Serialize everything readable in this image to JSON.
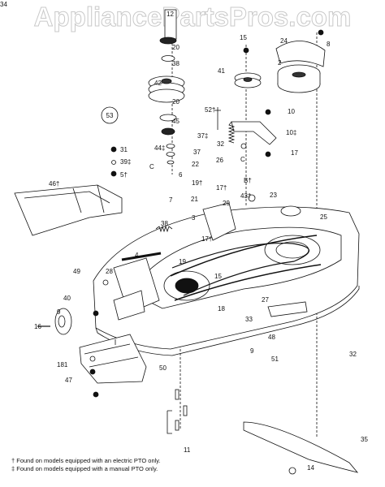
{
  "watermark": "AppliancePartsPros.com",
  "section_number": "53",
  "callouts": [
    "12",
    "15",
    "24",
    "8",
    "20",
    "38",
    "41",
    "2",
    "42",
    "52†",
    "10",
    "20",
    "53",
    "34",
    "45",
    "10‡",
    "37‡",
    "37",
    "17",
    "31",
    "44‡",
    "22",
    "39‡",
    "C",
    "6",
    "26",
    "C",
    "32",
    "5†",
    "17†",
    "B†",
    "19†",
    "7",
    "23",
    "46†",
    "21",
    "29",
    "43†",
    "3",
    "25",
    "38",
    "4",
    "17†",
    "19",
    "15",
    "49",
    "28",
    "40",
    "27",
    "9",
    "18",
    "33",
    "16",
    "48",
    "32",
    "181",
    "9",
    "47",
    "51",
    "50",
    "11",
    "35",
    "14"
  ],
  "footnotes": [
    "† Found on models equipped with an electric PTO only.",
    "‡ Found on models equipped with a manual PTO only."
  ]
}
